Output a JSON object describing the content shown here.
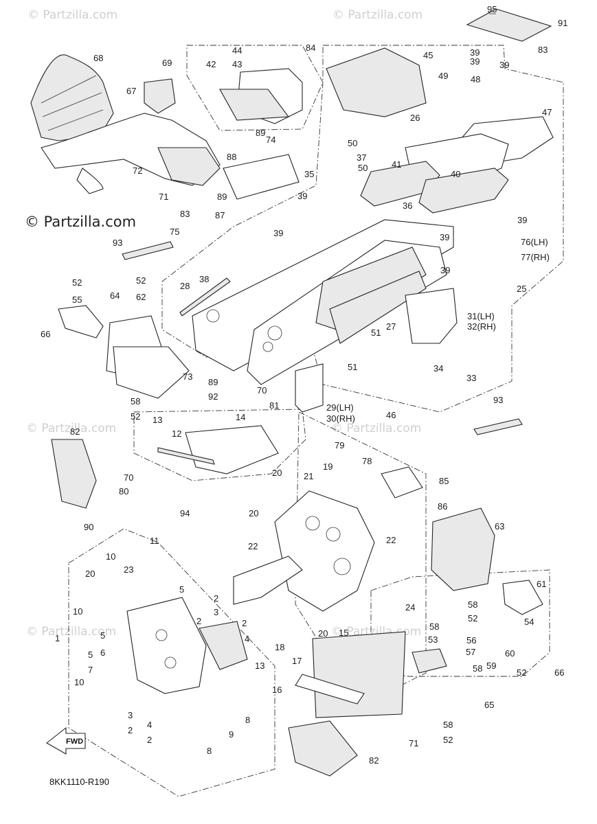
{
  "watermarks": {
    "top_left": "© Partzilla.com",
    "top_center": "© Partzilla.com",
    "main": "© Partzilla.com",
    "mid_left": "© Partzilla.com",
    "mid_center": "© Partzilla.com",
    "low_left": "© Partzilla.com",
    "low_center": "© Partzilla.com"
  },
  "diagram_code": "8KK1110-R190",
  "fwd_label": "FWD",
  "callouts": [
    {
      "id": "c95",
      "text": "95"
    },
    {
      "id": "c91",
      "text": "91"
    },
    {
      "id": "c84",
      "text": "84"
    },
    {
      "id": "c44",
      "text": "44"
    },
    {
      "id": "c42",
      "text": "42"
    },
    {
      "id": "c43",
      "text": "43"
    },
    {
      "id": "c45",
      "text": "45"
    },
    {
      "id": "c39a",
      "text": "39"
    },
    {
      "id": "c39b",
      "text": "39"
    },
    {
      "id": "c39c",
      "text": "39"
    },
    {
      "id": "c83a",
      "text": "83"
    },
    {
      "id": "c68",
      "text": "68"
    },
    {
      "id": "c69",
      "text": "69"
    },
    {
      "id": "c67",
      "text": "67"
    },
    {
      "id": "c49",
      "text": "49"
    },
    {
      "id": "c48",
      "text": "48"
    },
    {
      "id": "c26",
      "text": "26"
    },
    {
      "id": "c47",
      "text": "47"
    },
    {
      "id": "c89a",
      "text": "89"
    },
    {
      "id": "c74",
      "text": "74"
    },
    {
      "id": "c50a",
      "text": "50"
    },
    {
      "id": "c37",
      "text": "37"
    },
    {
      "id": "c88",
      "text": "88"
    },
    {
      "id": "c72",
      "text": "72"
    },
    {
      "id": "c50b",
      "text": "50"
    },
    {
      "id": "c41",
      "text": "41"
    },
    {
      "id": "c40",
      "text": "40"
    },
    {
      "id": "c35",
      "text": "35"
    },
    {
      "id": "c39d",
      "text": "39"
    },
    {
      "id": "c71a",
      "text": "71"
    },
    {
      "id": "c89b",
      "text": "89"
    },
    {
      "id": "c36",
      "text": "36"
    },
    {
      "id": "c39e",
      "text": "39"
    },
    {
      "id": "c83b",
      "text": "83"
    },
    {
      "id": "c87",
      "text": "87"
    },
    {
      "id": "c39f",
      "text": "39"
    },
    {
      "id": "c76",
      "text": "76(LH)"
    },
    {
      "id": "c77",
      "text": "77(RH)"
    },
    {
      "id": "c75",
      "text": "75"
    },
    {
      "id": "c39g",
      "text": "39"
    },
    {
      "id": "c93a",
      "text": "93"
    },
    {
      "id": "c39h",
      "text": "39"
    },
    {
      "id": "c52a",
      "text": "52"
    },
    {
      "id": "c55",
      "text": "55"
    },
    {
      "id": "c52b",
      "text": "52"
    },
    {
      "id": "c62",
      "text": "62"
    },
    {
      "id": "c64",
      "text": "64"
    },
    {
      "id": "c28",
      "text": "28"
    },
    {
      "id": "c38",
      "text": "38"
    },
    {
      "id": "c25",
      "text": "25"
    },
    {
      "id": "c31",
      "text": "31(LH)"
    },
    {
      "id": "c32",
      "text": "32(RH)"
    },
    {
      "id": "c66a",
      "text": "66"
    },
    {
      "id": "c27",
      "text": "27"
    },
    {
      "id": "c51a",
      "text": "51"
    },
    {
      "id": "c34",
      "text": "34"
    },
    {
      "id": "c33",
      "text": "33"
    },
    {
      "id": "c73",
      "text": "73"
    },
    {
      "id": "c51b",
      "text": "51"
    },
    {
      "id": "c89c",
      "text": "89"
    },
    {
      "id": "c70a",
      "text": "70"
    },
    {
      "id": "c92",
      "text": "92"
    },
    {
      "id": "c81",
      "text": "81"
    },
    {
      "id": "c58a",
      "text": "58"
    },
    {
      "id": "c52c",
      "text": "52"
    },
    {
      "id": "c29",
      "text": "29(LH)"
    },
    {
      "id": "c30",
      "text": "30(RH)"
    },
    {
      "id": "c46",
      "text": "46"
    },
    {
      "id": "c93b",
      "text": "93"
    },
    {
      "id": "c13a",
      "text": "13"
    },
    {
      "id": "c14",
      "text": "14"
    },
    {
      "id": "c82a",
      "text": "82"
    },
    {
      "id": "c12",
      "text": "12"
    },
    {
      "id": "c79",
      "text": "79"
    },
    {
      "id": "c78",
      "text": "78"
    },
    {
      "id": "c85",
      "text": "85"
    },
    {
      "id": "c19",
      "text": "19"
    },
    {
      "id": "c70b",
      "text": "70"
    },
    {
      "id": "c20a",
      "text": "20"
    },
    {
      "id": "c21",
      "text": "21"
    },
    {
      "id": "c80",
      "text": "80"
    },
    {
      "id": "c86",
      "text": "86"
    },
    {
      "id": "c94",
      "text": "94"
    },
    {
      "id": "c20b",
      "text": "20"
    },
    {
      "id": "c90",
      "text": "90"
    },
    {
      "id": "c63",
      "text": "63"
    },
    {
      "id": "c11",
      "text": "11"
    },
    {
      "id": "c10a",
      "text": "10"
    },
    {
      "id": "c22a",
      "text": "22"
    },
    {
      "id": "c22b",
      "text": "22"
    },
    {
      "id": "c20c",
      "text": "20"
    },
    {
      "id": "c23",
      "text": "23"
    },
    {
      "id": "c61",
      "text": "61"
    },
    {
      "id": "c5a",
      "text": "5"
    },
    {
      "id": "c24",
      "text": "24"
    },
    {
      "id": "c58b",
      "text": "58"
    },
    {
      "id": "c52d",
      "text": "52"
    },
    {
      "id": "c2a",
      "text": "2"
    },
    {
      "id": "c3a",
      "text": "3"
    },
    {
      "id": "c10b",
      "text": "10"
    },
    {
      "id": "c54",
      "text": "54"
    },
    {
      "id": "c2b",
      "text": "2"
    },
    {
      "id": "c2c",
      "text": "2"
    },
    {
      "id": "c4a",
      "text": "4"
    },
    {
      "id": "c58c",
      "text": "58"
    },
    {
      "id": "c20d",
      "text": "20"
    },
    {
      "id": "c15",
      "text": "15"
    },
    {
      "id": "c1",
      "text": "1"
    },
    {
      "id": "c5b",
      "text": "5"
    },
    {
      "id": "c6",
      "text": "6"
    },
    {
      "id": "c53",
      "text": "53"
    },
    {
      "id": "c56",
      "text": "56"
    },
    {
      "id": "c18",
      "text": "18"
    },
    {
      "id": "c57",
      "text": "57"
    },
    {
      "id": "c60",
      "text": "60"
    },
    {
      "id": "c5c",
      "text": "5"
    },
    {
      "id": "c7",
      "text": "7"
    },
    {
      "id": "c13b",
      "text": "13"
    },
    {
      "id": "c17",
      "text": "17"
    },
    {
      "id": "c59",
      "text": "59"
    },
    {
      "id": "c58d",
      "text": "58"
    },
    {
      "id": "c52e",
      "text": "52"
    },
    {
      "id": "c66b",
      "text": "66"
    },
    {
      "id": "c16",
      "text": "16"
    },
    {
      "id": "c10c",
      "text": "10"
    },
    {
      "id": "c8a",
      "text": "8"
    },
    {
      "id": "c65",
      "text": "65"
    },
    {
      "id": "c3b",
      "text": "3"
    },
    {
      "id": "c2d",
      "text": "2"
    },
    {
      "id": "c4b",
      "text": "4"
    },
    {
      "id": "c2e",
      "text": "2"
    },
    {
      "id": "c9",
      "text": "9"
    },
    {
      "id": "c58e",
      "text": "58"
    },
    {
      "id": "c52f",
      "text": "52"
    },
    {
      "id": "c71b",
      "text": "71"
    },
    {
      "id": "c8b",
      "text": "8"
    },
    {
      "id": "c82b",
      "text": "82"
    }
  ]
}
